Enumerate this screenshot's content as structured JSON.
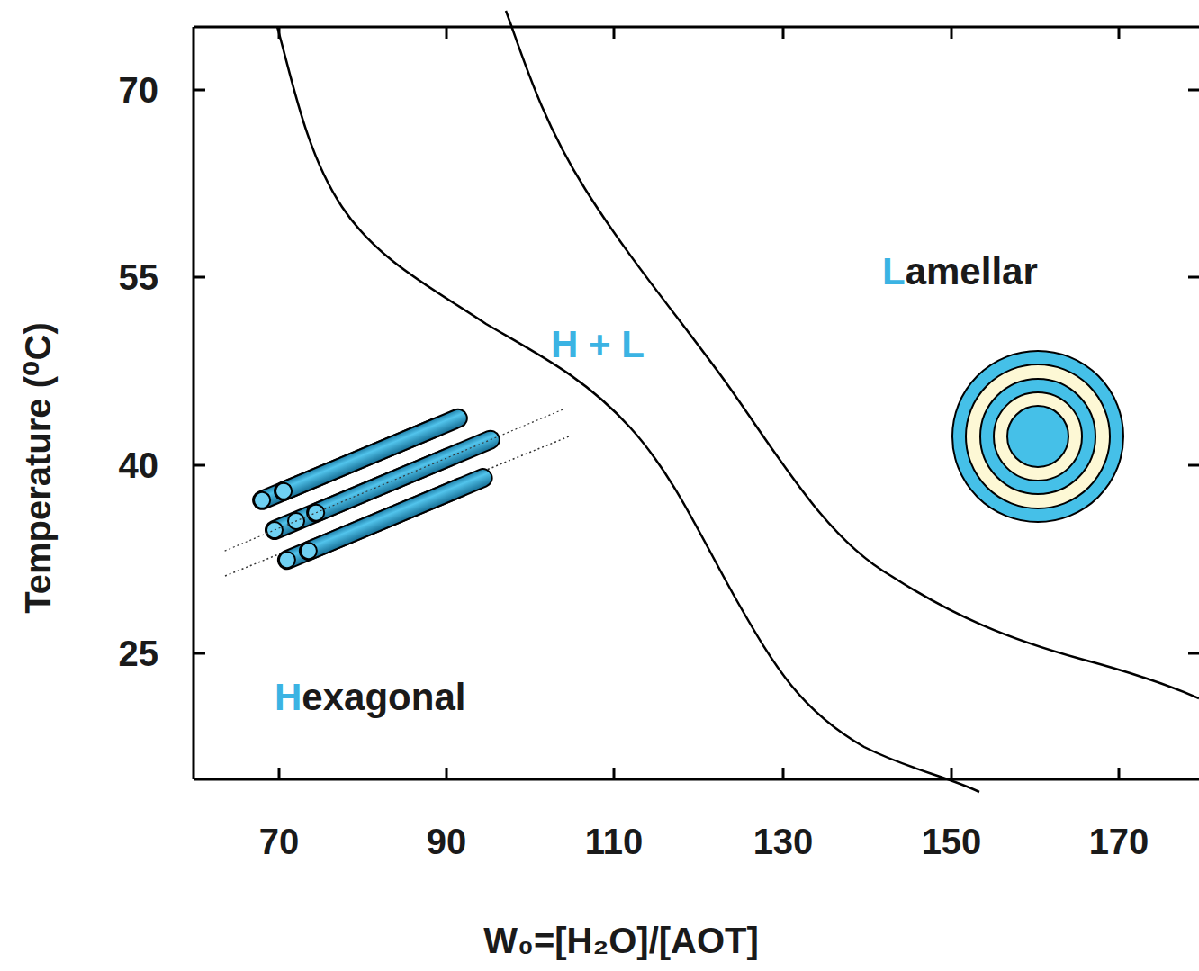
{
  "diagram": {
    "labels": [
      "70",
      "55",
      "40",
      "25",
      "70",
      "90",
      "110",
      "130",
      "150",
      "170",
      "Temperature (⁰C)",
      "W₀=[H₂O]/[AOT]",
      "Hexagonal",
      "H + L",
      "Lamellar"
    ]
  }
}
